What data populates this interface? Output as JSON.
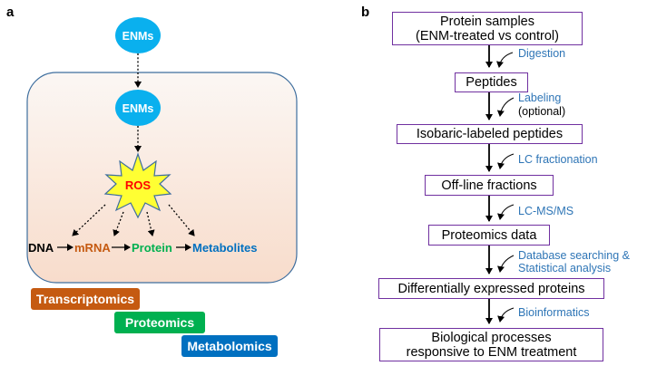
{
  "panel_a": {
    "label": "a",
    "enm_outer": "ENMs",
    "enm_inner": "ENMs",
    "ros": "ROS",
    "chain": {
      "dna": "DNA",
      "mrna": "mRNA",
      "protein": "Protein",
      "metabolites": "Metabolites"
    },
    "omics": [
      {
        "label": "Transcriptomics",
        "color": "#c55a11"
      },
      {
        "label": "Proteomics",
        "color": "#00b050"
      },
      {
        "label": "Metabolomics",
        "color": "#0070c0"
      }
    ],
    "colors": {
      "enm": "#0ab0ee",
      "cell_border": "#3e6e9e",
      "ros_fill": "#ffff33",
      "ros_text": "#ff0000",
      "dna": "#000000",
      "mrna": "#c55a11",
      "protein": "#00b050",
      "metabolites": "#0070c0"
    }
  },
  "panel_b": {
    "label": "b",
    "steps": [
      {
        "line1": "Protein samples",
        "line2": "(ENM-treated vs control)"
      },
      {
        "line1": "Peptides"
      },
      {
        "line1": "Isobaric-labeled peptides"
      },
      {
        "line1": "Off-line fractions"
      },
      {
        "line1": "Proteomics data"
      },
      {
        "line1": "Differentially expressed proteins"
      },
      {
        "line1": "Biological processes",
        "line2": "responsive to ENM treatment"
      }
    ],
    "notes": {
      "digestion": "Digestion",
      "labeling": "Labeling",
      "labeling_optional": "(optional)",
      "lc_fractionation": "LC fractionation",
      "lcmsms": "LC-MS/MS",
      "db_search_1": "Database searching &",
      "db_search_2": "Statistical analysis",
      "bioinformatics": "Bioinformatics"
    },
    "colors": {
      "box_border": "#7030a0",
      "note": "#2e75b6"
    }
  }
}
